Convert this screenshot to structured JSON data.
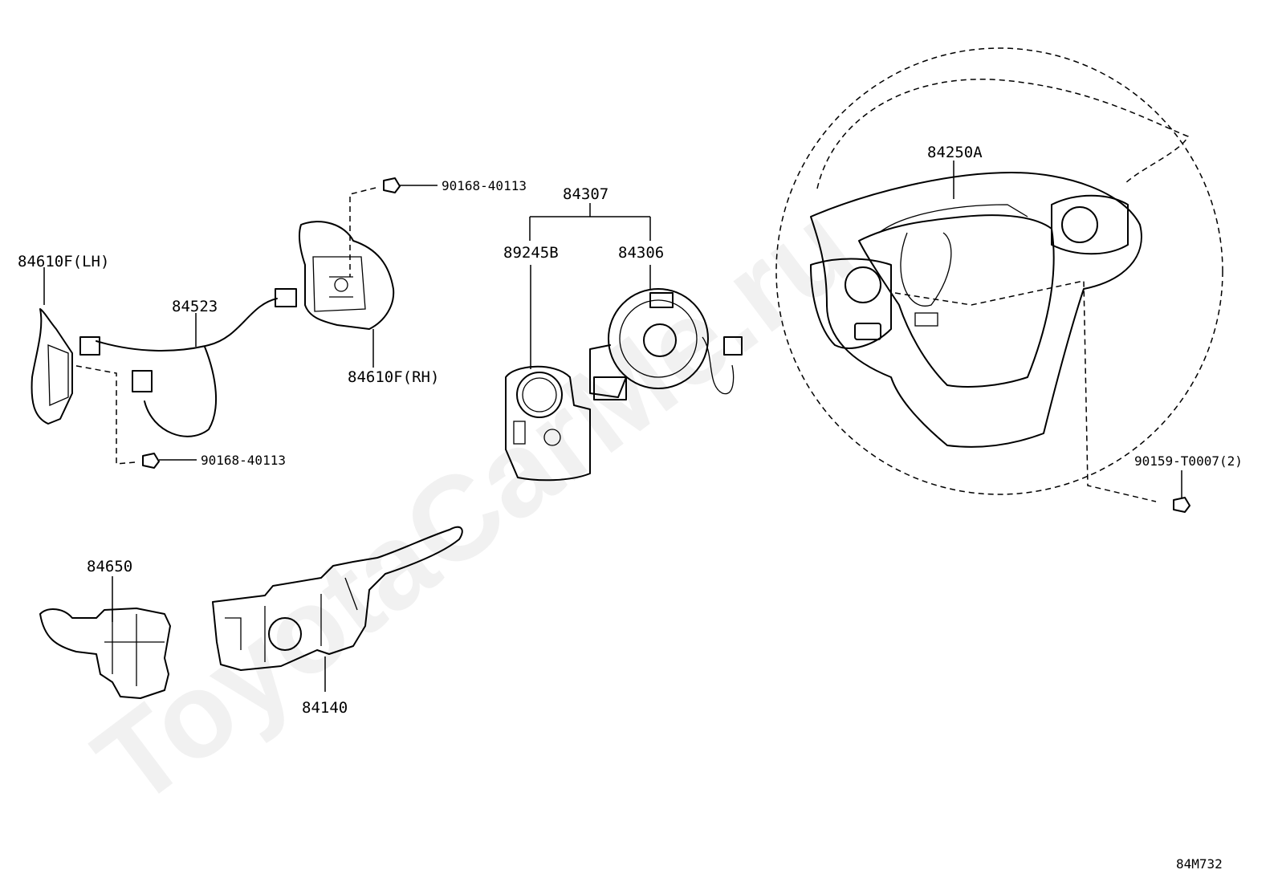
{
  "watermark": "ToyotaCarMe.ru",
  "diagram_code": "84M732",
  "labels": {
    "p84610F_LH": "84610F(LH)",
    "p84523": "84523",
    "p90168_top": "90168-40113",
    "p84610F_RH": "84610F(RH)",
    "p90168_bottom": "90168-40113",
    "p84307": "84307",
    "p89245B": "89245B",
    "p84306": "84306",
    "p84250A": "84250A",
    "p90159": "90159-T0007(2)",
    "p84650": "84650",
    "p84140": "84140"
  }
}
